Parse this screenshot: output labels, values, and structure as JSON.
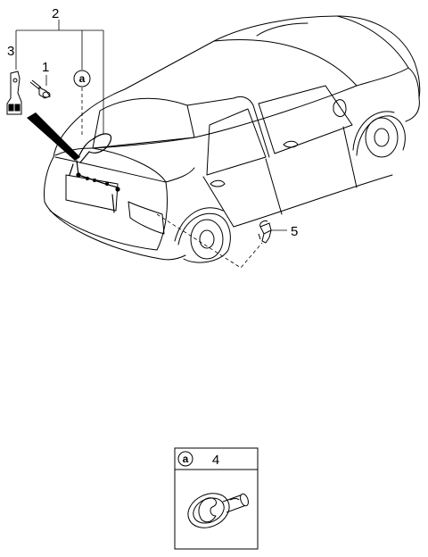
{
  "callouts": {
    "c1": "1",
    "c2": "2",
    "c3": "3",
    "c4": "4",
    "c5": "5"
  },
  "ref_marker": "a",
  "inset": {
    "ref_marker": "a",
    "part_number": "4"
  }
}
